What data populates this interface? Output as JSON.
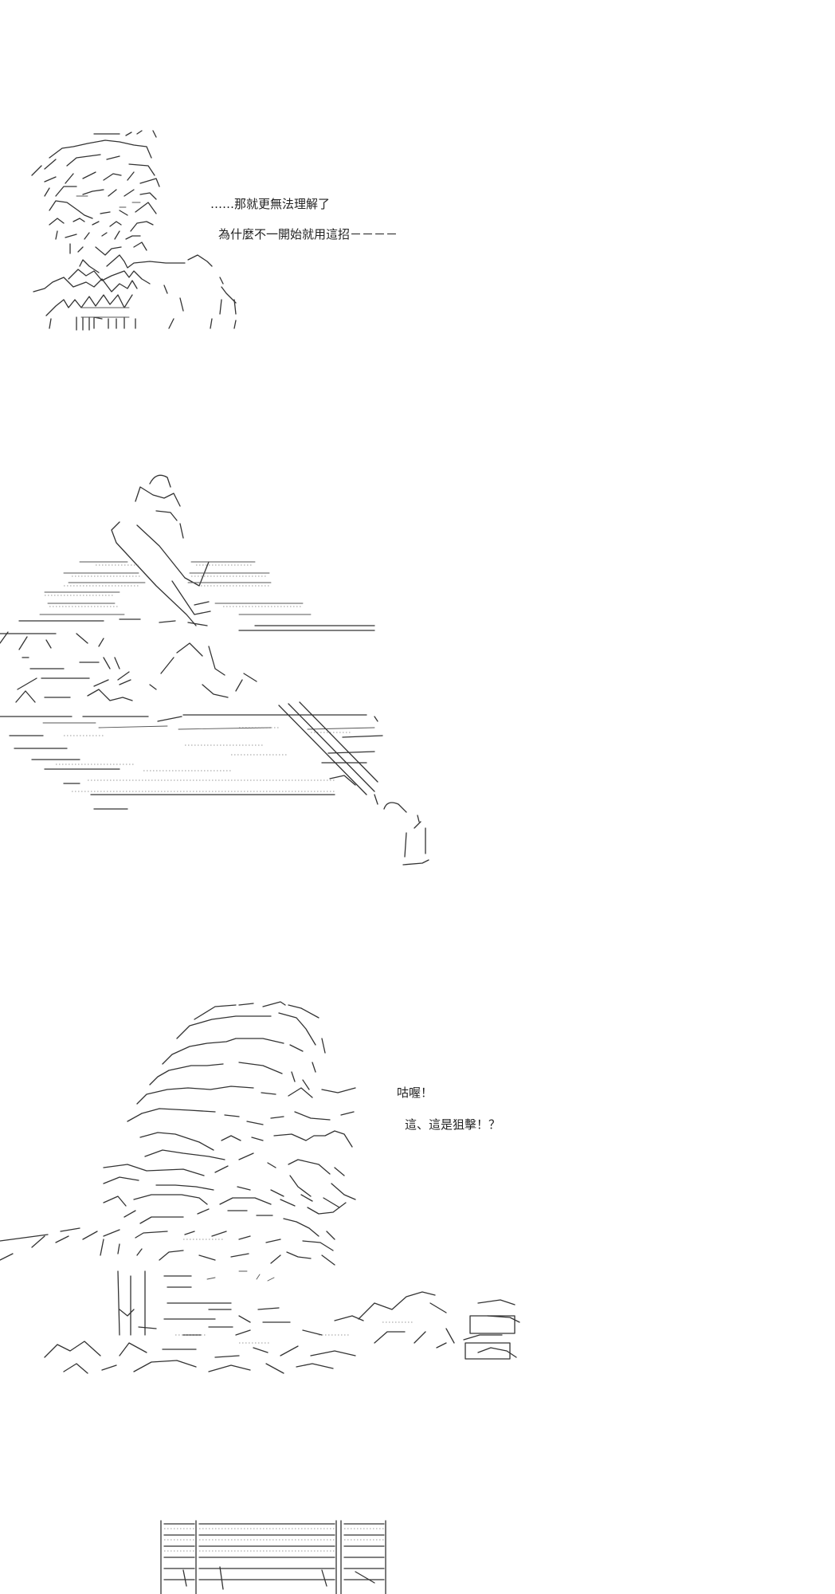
{
  "panel_1": {
    "line_1": "……那就更無法理解了",
    "line_2": "為什麼不一開始就用這招－－－－"
  },
  "panel_3": {
    "line_1": "咕喔！",
    "line_2": "這、這是狙擊！？"
  },
  "colors": {
    "ink": "#333333",
    "background": "#ffffff"
  }
}
